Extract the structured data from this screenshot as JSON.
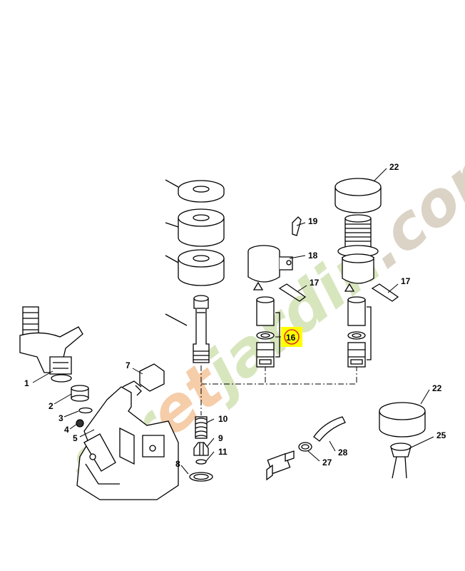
{
  "diagram": {
    "callouts": [
      {
        "id": "c1",
        "label": "1"
      },
      {
        "id": "c2",
        "label": "2"
      },
      {
        "id": "c3",
        "label": "3"
      },
      {
        "id": "c4",
        "label": "4"
      },
      {
        "id": "c5",
        "label": "5"
      },
      {
        "id": "c7",
        "label": "7"
      },
      {
        "id": "c8",
        "label": "8"
      },
      {
        "id": "c9",
        "label": "9"
      },
      {
        "id": "c10",
        "label": "10"
      },
      {
        "id": "c11",
        "label": "11"
      },
      {
        "id": "c16",
        "label": "16"
      },
      {
        "id": "c17a",
        "label": "17"
      },
      {
        "id": "c17b",
        "label": "17"
      },
      {
        "id": "c18",
        "label": "18"
      },
      {
        "id": "c19",
        "label": "19"
      },
      {
        "id": "c22a",
        "label": "22"
      },
      {
        "id": "c22b",
        "label": "22"
      },
      {
        "id": "c25",
        "label": "25"
      },
      {
        "id": "c27",
        "label": "27"
      },
      {
        "id": "c28",
        "label": "28"
      }
    ],
    "highlight": {
      "part": "16",
      "color": "#ffff00",
      "ring_color": "#e03020"
    }
  },
  "watermark": {
    "text_parts": [
      "f",
      "o",
      "r",
      "e",
      "t",
      "j",
      "a",
      "r",
      "d",
      "i",
      "n",
      ".com"
    ],
    "colors": {
      "green": "#d4e4b8",
      "orange": "#f5c8a0",
      "beige": "#d8cfc0"
    }
  }
}
